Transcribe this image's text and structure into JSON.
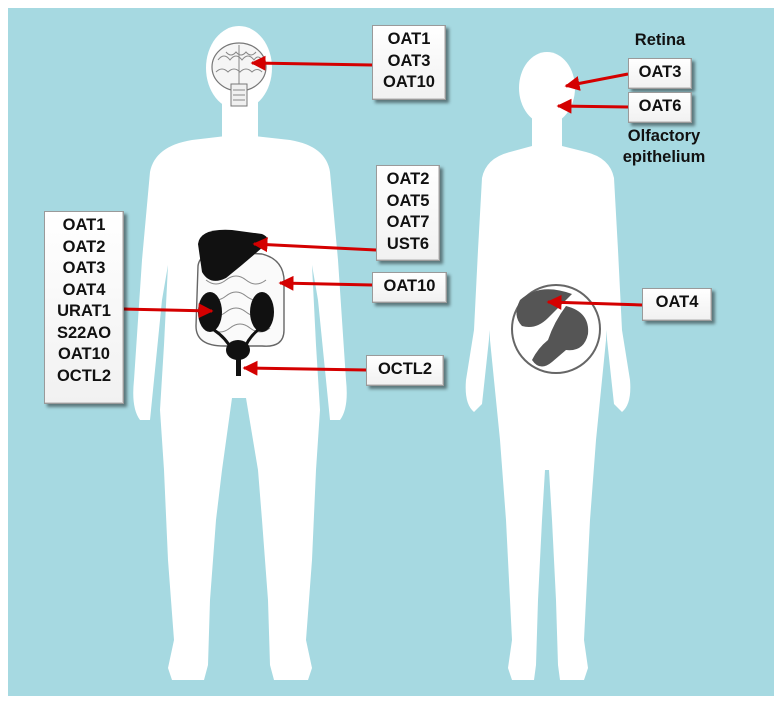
{
  "boxes": {
    "brain": [
      "OAT1",
      "OAT3",
      "OAT10"
    ],
    "liver": [
      "OAT2",
      "OAT5",
      "OAT7",
      "UST6"
    ],
    "intestine": [
      "OAT10"
    ],
    "kidney": [
      "OAT1",
      "OAT2",
      "OAT3",
      "OAT4",
      "URAT1",
      "S22AO",
      "OAT10",
      "OCTL2"
    ],
    "testis": [
      "OCTL2"
    ],
    "retina": [
      "OAT3"
    ],
    "olfactory": [
      "OAT6"
    ],
    "placenta": [
      "OAT4"
    ]
  },
  "captions": {
    "retina": "Retina",
    "olfactory_line1": "Olfactory",
    "olfactory_line2": "epithelium"
  },
  "colors": {
    "background": "#a6d9e1",
    "body": "#ffffff",
    "arrow": "#d40000",
    "organ": "#111111"
  }
}
